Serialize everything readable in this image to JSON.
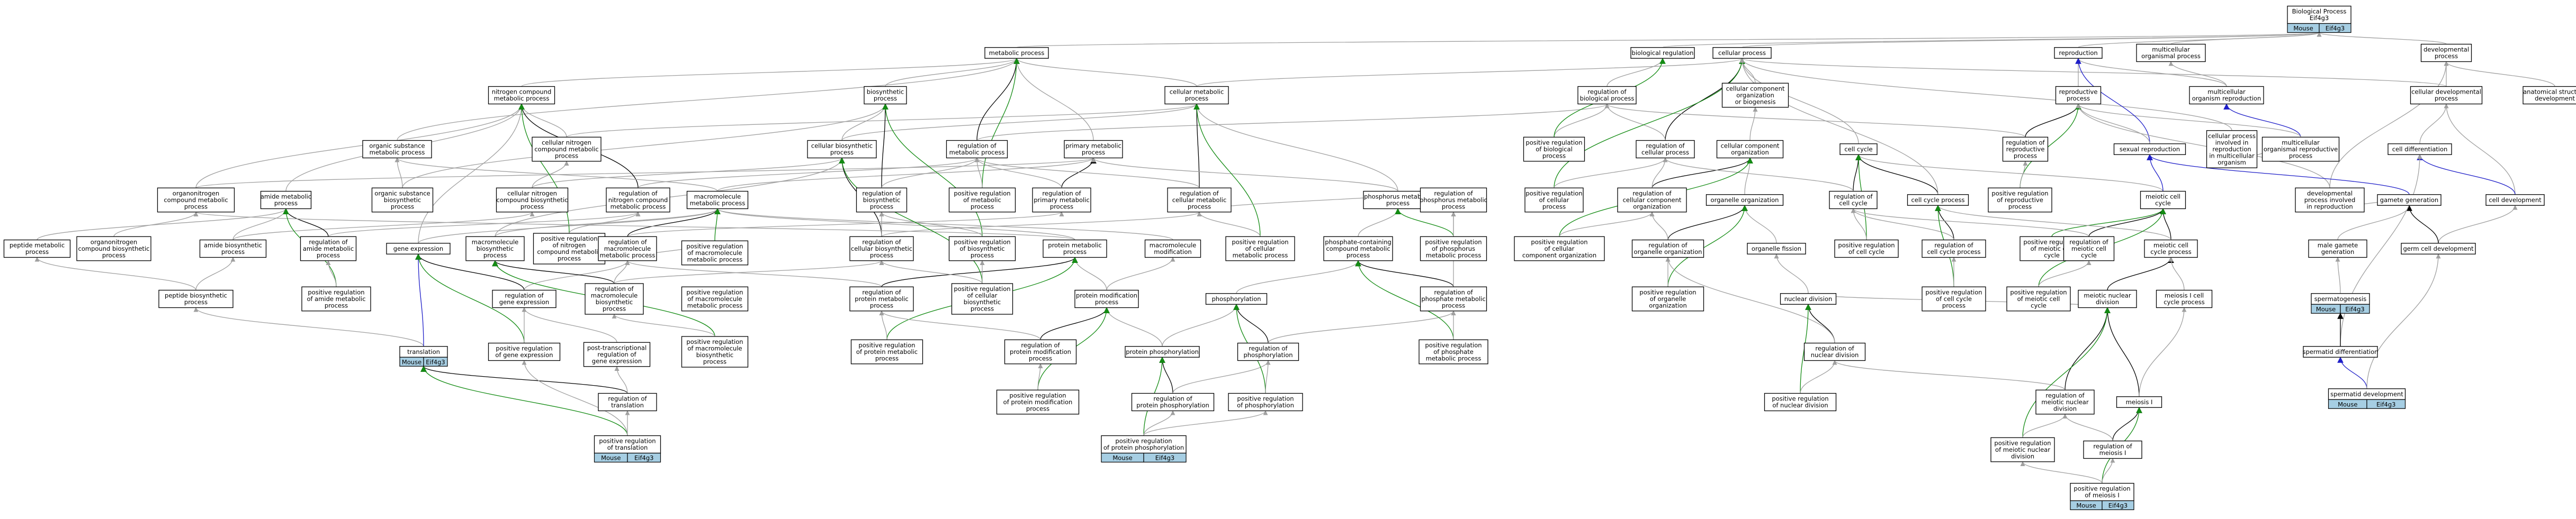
{
  "graph": {
    "title": "GO annotation graph",
    "colors": {
      "is_a": "#a0a0a0",
      "part_of": "#000000",
      "positively_regulates": "#138b13",
      "regulates": "#000000",
      "has_part": "#1e1ec8",
      "annotation_badge": "#a6cee3"
    },
    "badge_labels": [
      "Mouse",
      "Eif4g3"
    ],
    "nodes": [
      {
        "id": "bp",
        "label": "Biological Process\nEif4g3"
      },
      {
        "id": "mp",
        "label": "metabolic process"
      },
      {
        "id": "breg",
        "label": "biological regulation"
      },
      {
        "id": "cp",
        "label": "cellular process"
      },
      {
        "id": "repro",
        "label": "reproduction"
      },
      {
        "id": "multi",
        "label": "multicellular\norganismal process"
      },
      {
        "id": "dev",
        "label": "developmental\nprocess"
      },
      {
        "id": "ncmp",
        "label": "nitrogen compound\nmetabolic process"
      },
      {
        "id": "biosyn",
        "label": "biosynthetic\nprocess"
      },
      {
        "id": "cmp",
        "label": "cellular metabolic\nprocess"
      },
      {
        "id": "regbp",
        "label": "regulation of\nbiological process"
      },
      {
        "id": "ccorg",
        "label": "cellular component\norganization\nor biogenesis"
      },
      {
        "id": "rp",
        "label": "reproductive\nprocess"
      },
      {
        "id": "mrepro",
        "label": "multicellular\norganism reproduction"
      },
      {
        "id": "cdp",
        "label": "cellular developmental\nprocess"
      },
      {
        "id": "asd",
        "label": "anatomical structure\ndevelopment"
      },
      {
        "id": "osmp",
        "label": "organic substance\nmetabolic process"
      },
      {
        "id": "cncmp",
        "label": "cellular nitrogen\ncompound metabolic\nprocess"
      },
      {
        "id": "cbp",
        "label": "cellular biosynthetic\nprocess"
      },
      {
        "id": "regmp",
        "label": "regulation of\nmetabolic process"
      },
      {
        "id": "pmp",
        "label": "primary metabolic\nprocess"
      },
      {
        "id": "posregbp",
        "label": "positive regulation\nof biological\nprocess"
      },
      {
        "id": "regcp",
        "label": "regulation of\ncellular process"
      },
      {
        "id": "cco",
        "label": "cellular component\norganization"
      },
      {
        "id": "cellcycle",
        "label": "cell cycle"
      },
      {
        "id": "regrp",
        "label": "regulation of\nreproductive\nprocess"
      },
      {
        "id": "cpimo",
        "label": "cellular process\ninvolved in\nreproduction\nin multicellular\norganism"
      },
      {
        "id": "mrp",
        "label": "multicellular\norganismal reproductive\nprocess"
      },
      {
        "id": "celldiff",
        "label": "cell differentiation"
      },
      {
        "id": "ocmp",
        "label": "organonitrogen\ncompound metabolic\nprocess"
      },
      {
        "id": "amp",
        "label": "amide metabolic\nprocess"
      },
      {
        "id": "osbp",
        "label": "organic substance\nbiosynthetic\nprocess"
      },
      {
        "id": "cncbp",
        "label": "cellular nitrogen\ncompound biosynthetic\nprocess"
      },
      {
        "id": "regncmp",
        "label": "regulation of\nnitrogen compound\nmetabolic process"
      },
      {
        "id": "mmp",
        "label": "macromolecule\nmetabolic process"
      },
      {
        "id": "regbsp",
        "label": "regulation of\nbiosynthetic\nprocess"
      },
      {
        "id": "posregmp",
        "label": "positive regulation\nof metabolic\nprocess"
      },
      {
        "id": "regpmp",
        "label": "regulation of\nprimary metabolic\nprocess"
      },
      {
        "id": "regcmp",
        "label": "regulation of\ncellular metabolic\nprocess"
      },
      {
        "id": "phmp",
        "label": "phosphorus metabolic\nprocess"
      },
      {
        "id": "posregcp",
        "label": "positive regulation\nof cellular\nprocess"
      },
      {
        "id": "regcco",
        "label": "regulation of\ncellular component\norganization"
      },
      {
        "id": "oo",
        "label": "organelle organization"
      },
      {
        "id": "regcc",
        "label": "regulation of\ncell cycle"
      },
      {
        "id": "ccp",
        "label": "cell cycle process"
      },
      {
        "id": "posregrp",
        "label": "positive regulation\nof reproductive\nprocess"
      },
      {
        "id": "sexrep",
        "label": "sexual reproduction"
      },
      {
        "id": "mcc",
        "label": "meiotic cell\ncycle"
      },
      {
        "id": "dpir",
        "label": "developmental\nprocess involved\nin reproduction"
      },
      {
        "id": "gamgen",
        "label": "gamete generation"
      },
      {
        "id": "celldev",
        "label": "cell development"
      },
      {
        "id": "pepmp",
        "label": "peptide metabolic\nprocess"
      },
      {
        "id": "ocbp",
        "label": "organonitrogen\ncompound biosynthetic\nprocess"
      },
      {
        "id": "abp",
        "label": "amide biosynthetic\nprocess"
      },
      {
        "id": "regamp",
        "label": "regulation of\namide metabolic\nprocess"
      },
      {
        "id": "geneexp",
        "label": "gene expression"
      },
      {
        "id": "mbp",
        "label": "macromolecule\nbiosynthetic\nprocess"
      },
      {
        "id": "posregncmp",
        "label": "positive regulation\nof nitrogen\ncompound metabolic\nprocess"
      },
      {
        "id": "regmmp",
        "label": "regulation of\nmacromolecule\nmetabolic process"
      },
      {
        "id": "regcbp",
        "label": "regulation of\ncellular biosynthetic\nprocess"
      },
      {
        "id": "posregbsp",
        "label": "positive regulation\nof biosynthetic\nprocess"
      },
      {
        "id": "protmp",
        "label": "protein metabolic\nprocess"
      },
      {
        "id": "macromod",
        "label": "macromolecule\nmodification"
      },
      {
        "id": "posregcmp",
        "label": "positive regulation\nof cellular\nmetabolic process"
      },
      {
        "id": "pccmp",
        "label": "phosphate-containing\ncompound metabolic\nprocess"
      },
      {
        "id": "regphmp",
        "label": "regulation of\nphosphorus metabolic\nprocess"
      },
      {
        "id": "posregcco",
        "label": "positive regulation\nof cellular\ncomponent organization"
      },
      {
        "id": "regoo",
        "label": "regulation of\norganelle organization"
      },
      {
        "id": "ofission",
        "label": "organelle fission"
      },
      {
        "id": "posregcc",
        "label": "positive regulation\nof cell cycle"
      },
      {
        "id": "regccp",
        "label": "regulation of\ncell cycle process"
      },
      {
        "id": "posregrp2",
        "label": "positive regulation\nof meiotic cell\ncycle"
      },
      {
        "id": "regmcc",
        "label": "regulation of\nmeiotic cell\ncycle"
      },
      {
        "id": "mccp",
        "label": "meiotic cell\ncycle process"
      },
      {
        "id": "mgd",
        "label": "male gamete\ngeneration"
      },
      {
        "id": "gcd",
        "label": "germ cell development"
      },
      {
        "id": "pepbp",
        "label": "peptide biosynthetic\nprocess"
      },
      {
        "id": "posregamp",
        "label": "positive regulation\nof amide metabolic\nprocess"
      },
      {
        "id": "reggeneexp",
        "label": "regulation of\ngene expression"
      },
      {
        "id": "regmbp",
        "label": "regulation of\nmacromolecule\nbiosynthetic\nprocess"
      },
      {
        "id": "posregmmp",
        "label": "positive regulation\nof macromolecule\nmetabolic process"
      },
      {
        "id": "regprotmp",
        "label": "regulation of\nprotein metabolic\nprocess"
      },
      {
        "id": "posregcbp",
        "label": "positive regulation\nof cellular\nbiosynthetic\nprocess"
      },
      {
        "id": "protmod",
        "label": "protein modification\nprocess"
      },
      {
        "id": "phos",
        "label": "phosphorylation"
      },
      {
        "id": "regphosmp",
        "label": "regulation of\nphosphate metabolic\nprocess"
      },
      {
        "id": "posregphmp",
        "label": "positive regulation\nof phosphorus\nmetabolic process"
      },
      {
        "id": "posregoo",
        "label": "positive regulation\nof organelle\norganization"
      },
      {
        "id": "nucdiv",
        "label": "nuclear division"
      },
      {
        "id": "posregccp",
        "label": "positive regulation\nof cell cycle\nprocess"
      },
      {
        "id": "posregmcc",
        "label": "positive regulation\nof meiotic cell\ncycle"
      },
      {
        "id": "meioticnd",
        "label": "meiotic nuclear\ndivision"
      },
      {
        "id": "meiosisccp",
        "label": "meiosis I cell\ncycle process"
      },
      {
        "id": "spermgen",
        "label": "spermatogenesis"
      },
      {
        "id": "spermdiff",
        "label": "spermatid differentiation"
      },
      {
        "id": "translation",
        "label": "translation"
      },
      {
        "id": "posreggeneexp",
        "label": "positive regulation\nof gene expression"
      },
      {
        "id": "ptrge",
        "label": "post-transcriptional\nregulation of\ngene expression"
      },
      {
        "id": "posregmbp",
        "label": "positive regulation\nof macromolecule\nbiosynthetic\nprocess"
      },
      {
        "id": "posregmmp2",
        "label": "positive regulation\nof macromolecule\nmetabolic process"
      },
      {
        "id": "posregpmp",
        "label": "positive regulation\nof protein metabolic\nprocess"
      },
      {
        "id": "regpmodp",
        "label": "regulation of\nprotein modification\nprocess"
      },
      {
        "id": "protphos",
        "label": "protein phosphorylation"
      },
      {
        "id": "regphos",
        "label": "regulation of\nphosphorylation"
      },
      {
        "id": "posregphosmp",
        "label": "positive regulation\nof phosphate\nmetabolic process"
      },
      {
        "id": "regnd",
        "label": "regulation of\nnuclear division"
      },
      {
        "id": "spermdev",
        "label": "spermatid development"
      },
      {
        "id": "regtrans",
        "label": "regulation of\ntranslation"
      },
      {
        "id": "posregpmodp",
        "label": "positive regulation\nof protein modification\nprocess"
      },
      {
        "id": "regprotphos",
        "label": "regulation of\nprotein phosphorylation"
      },
      {
        "id": "posregphos",
        "label": "positive regulation\nof phosphorylation"
      },
      {
        "id": "posregnd",
        "label": "positive regulation\nof nuclear division"
      },
      {
        "id": "regmnd",
        "label": "regulation of\nmeiotic nuclear\ndivision"
      },
      {
        "id": "meiosisI",
        "label": "meiosis I"
      },
      {
        "id": "posregtrans",
        "label": "positive regulation\nof translation"
      },
      {
        "id": "posregprotphos",
        "label": "positive regulation\nof protein phosphorylation"
      },
      {
        "id": "posregmnd",
        "label": "positive regulation\nof meiotic nuclear\ndivision"
      },
      {
        "id": "regmeiosisI",
        "label": "regulation of\nmeiosis I"
      },
      {
        "id": "posregmeiosisI",
        "label": "positive regulation\nof meiosis I"
      }
    ]
  }
}
